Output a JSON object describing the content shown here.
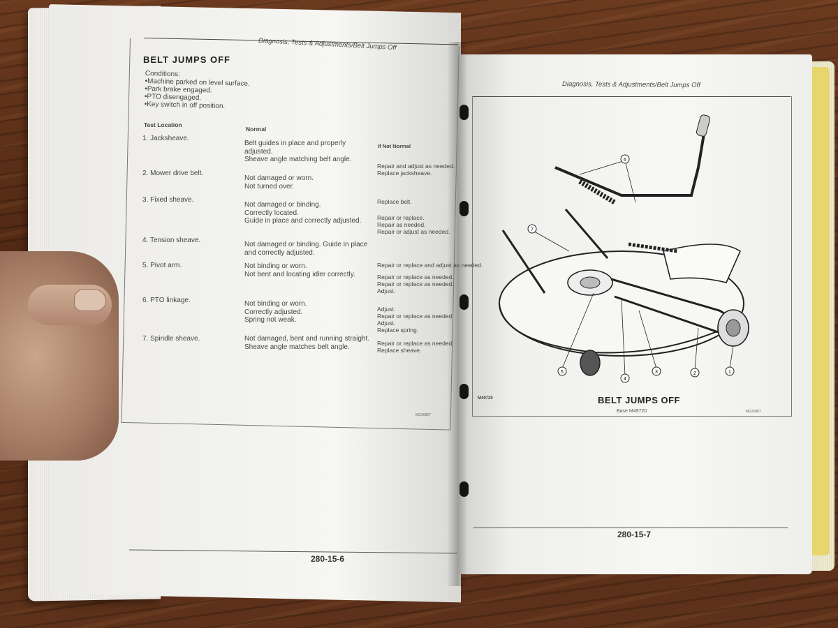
{
  "left_page": {
    "running_head": "Diagnosis, Tests & Adjustments/Belt Jumps Off",
    "title": "BELT JUMPS OFF",
    "conditions_label": "Conditions:",
    "conditions": [
      "•Machine parked on level surface.",
      "•Park brake engaged.",
      "•PTO disengaged.",
      "•Key switch in off position."
    ],
    "columns": {
      "location": "Test Location",
      "normal": "Normal",
      "not_normal": "If Not Normal"
    },
    "rows": [
      {
        "location": "1. Jacksheave.",
        "normal": [
          "Belt guides in place and properly",
          "adjusted.",
          "Sheave angle matching belt angle."
        ],
        "not_normal": [
          "Repair and adjust as needed.",
          "Replace jacksheave."
        ]
      },
      {
        "location": "2. Mower drive belt.",
        "normal": [
          "Not damaged or worn.",
          "Not turned over."
        ],
        "not_normal": [
          "Replace belt."
        ]
      },
      {
        "location": "3. Fixed sheave.",
        "normal": [
          "Not damaged or binding.",
          "Correctly located.",
          "Guide in place and correctly adjusted."
        ],
        "not_normal": [
          "Repair or replace.",
          "Repair as needed.",
          "Repair or adjust as needed."
        ]
      },
      {
        "location": "4. Tension sheave.",
        "normal": [
          "Not damaged or binding. Guide in place",
          "and correctly adjusted."
        ],
        "not_normal": [
          "Repair or replace and adjust as needed."
        ]
      },
      {
        "location": "5. Pivot arm.",
        "normal": [
          "Not binding or worn.",
          "Not bent and locating idler correctly."
        ],
        "not_normal": [
          "Repair or replace as needed.",
          "Repair or replace as needed.",
          "Adjust."
        ]
      },
      {
        "location": "6. PTO linkage.",
        "normal": [
          "Not binding or worn.",
          "Correctly adjusted.",
          "Spring not weak."
        ],
        "not_normal": [
          "Adjust.",
          "Repair or replace as needed.",
          "Adjust.",
          "Replace spring."
        ]
      },
      {
        "location": "7. Spindle sheave.",
        "normal": [
          "Not damaged, bent and running straight.",
          "Sheave angle matches belt angle."
        ],
        "not_normal": [
          "Repair or replace as needed.",
          "Replace sheave."
        ]
      }
    ],
    "page_number": "280-15-6"
  },
  "right_page": {
    "running_head": "Diagnosis, Tests & Adjustments/Belt Jumps Off",
    "figure_code": "M49720",
    "caption": "BELT JUMPS OFF",
    "caption_sub": "Base M49720",
    "callouts": [
      "1",
      "2",
      "3",
      "4",
      "5",
      "6",
      "7"
    ],
    "page_number": "280-15-7"
  },
  "colors": {
    "wood": "#5a2e17",
    "page": "#f4f4f1",
    "ink": "#333333"
  }
}
